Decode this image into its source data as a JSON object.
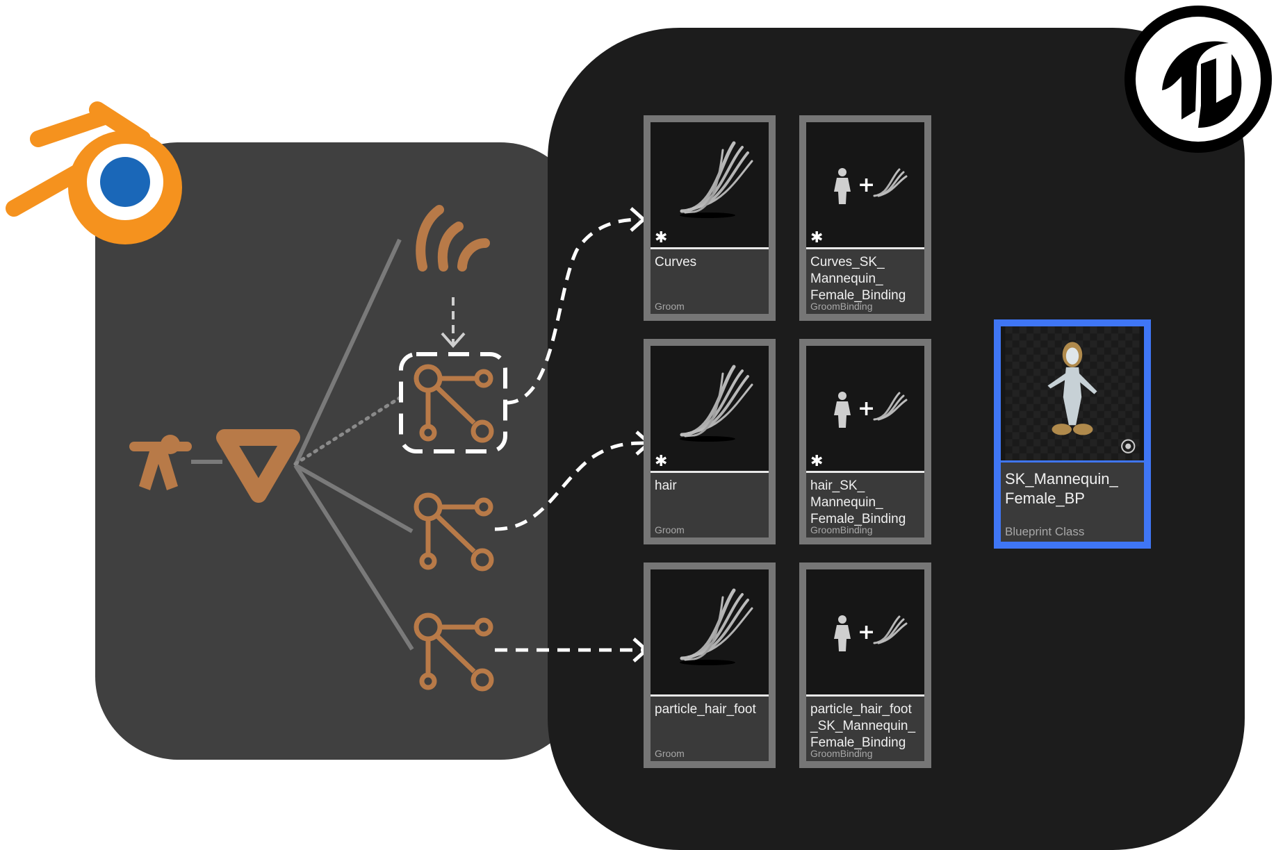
{
  "colors": {
    "blender_panel": "#404040",
    "unreal_panel": "#1c1c1c",
    "accent_orange": "#b87a48",
    "blender_orange": "#f5921e",
    "blender_blue": "#1a67b8",
    "arrow": "#ffffff",
    "line_gray": "#7a7a7a",
    "selection_blue": "#3f76f5",
    "tile_border": "#767676"
  },
  "icons": {
    "blender_logo": "blender-logo-icon",
    "unreal_logo": "unreal-engine-logo-icon",
    "armature": "armature-figure-icon",
    "mesh": "mesh-triangle-icon",
    "hair_strands": "hair-strands-icon",
    "particle_system": "particle-system-node-icon",
    "groom_thumbnail": "groom-curves-thumbnail-icon",
    "binding_thumbnail": "mannequin-plus-groom-thumbnail-icon",
    "blueprint_thumbnail": "mannequin-character-thumbnail-icon"
  },
  "assets": [
    {
      "name": "Curves",
      "type": "Groom",
      "kind": "groom",
      "row": 0,
      "col": 0
    },
    {
      "name": "Curves_SK_\nMannequin_\nFemale_Binding",
      "type": "GroomBinding",
      "kind": "binding",
      "row": 0,
      "col": 1
    },
    {
      "name": "hair",
      "type": "Groom",
      "kind": "groom",
      "row": 1,
      "col": 0
    },
    {
      "name": "hair_SK_\nMannequin_\nFemale_Binding",
      "type": "GroomBinding",
      "kind": "binding",
      "row": 1,
      "col": 1
    },
    {
      "name": "particle_hair_foot",
      "type": "Groom",
      "kind": "groom",
      "row": 2,
      "col": 0
    },
    {
      "name": "particle_hair_foot\n_SK_Mannequin_\nFemale_Binding",
      "type": "GroomBinding",
      "kind": "binding",
      "row": 2,
      "col": 1
    }
  ],
  "blueprint": {
    "name": "SK_Mannequin_\nFemale_BP",
    "type": "Blueprint Class"
  }
}
